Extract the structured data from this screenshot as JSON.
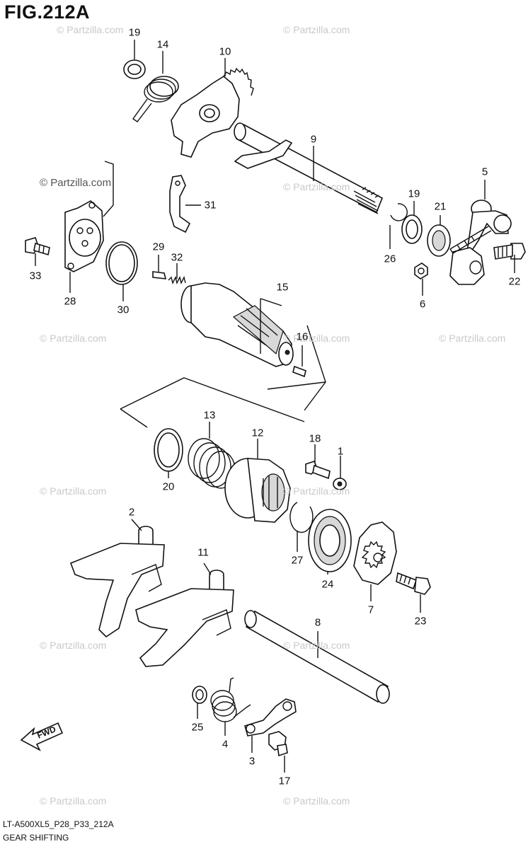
{
  "figure": {
    "title": "FIG.212A",
    "model_code": "LT-A500XL5_P28_P33_212A",
    "section_name": "GEAR SHIFTING",
    "direction_label": "FWD"
  },
  "watermarks": [
    "© Partzilla.com",
    "© Partzilla.com",
    "© Partzilla.com",
    "© Partzilla.com",
    "© Partzilla.com",
    "© Partzilla.com",
    "© Partzilla.com",
    "© Partzilla.com",
    "© Partzilla.com",
    "© Partzilla.com",
    "© Partzilla.com",
    "© Partzilla.com",
    "© Partzilla.com"
  ],
  "part_labels": [
    "19",
    "14",
    "10",
    "9",
    "5",
    "19",
    "21",
    "26",
    "6",
    "22",
    "31",
    "33",
    "28",
    "29",
    "32",
    "30",
    "15",
    "16",
    "13",
    "12",
    "18",
    "1",
    "20",
    "27",
    "24",
    "7",
    "23",
    "2",
    "11",
    "8",
    "25",
    "4",
    "3",
    "17"
  ]
}
